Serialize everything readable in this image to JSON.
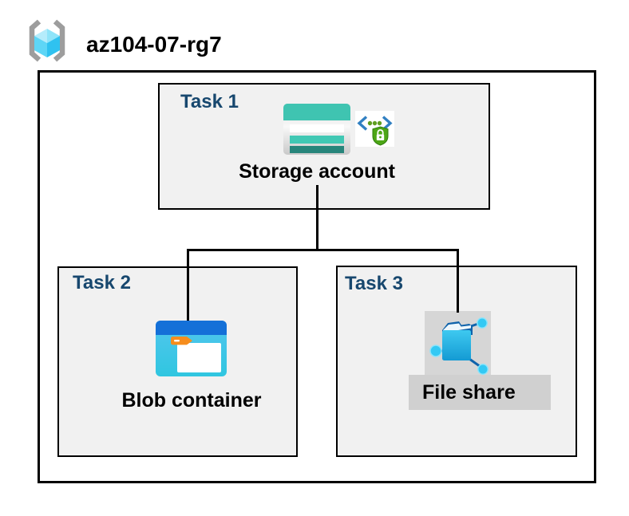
{
  "header": {
    "title": "az104-07-rg7",
    "icon": "azure-resource-group"
  },
  "colors": {
    "task_label": "#17476e",
    "box_fill": "#f1f1f1",
    "border": "#000000",
    "file_share_highlight": "#d0d0d0",
    "icon_bg_gray": "#d6d6d6",
    "storage_teal": "#3fc4b1",
    "blob_header_blue": "#1470d8",
    "node_cyan": "#33c9f4"
  },
  "tasks": [
    {
      "label": "Task 1",
      "resource": "Storage account",
      "icons": [
        "storage-account-icon",
        "shared-access-signature-icon"
      ]
    },
    {
      "label": "Task 2",
      "resource": "Blob container",
      "icons": [
        "blob-container-icon"
      ]
    },
    {
      "label": "Task 3",
      "resource": "File share",
      "icons": [
        "file-share-icon"
      ]
    }
  ],
  "connections": [
    {
      "from": "Storage account",
      "to": "Blob container"
    },
    {
      "from": "Storage account",
      "to": "File share"
    }
  ]
}
